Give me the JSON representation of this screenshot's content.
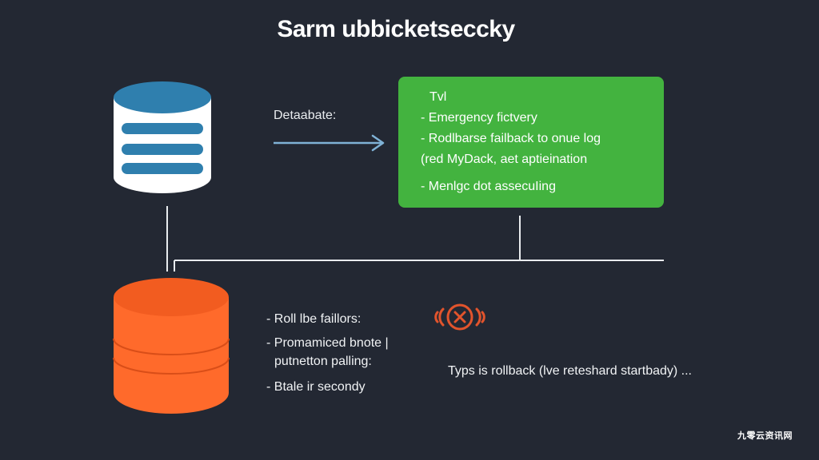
{
  "title": "Sarm ubbicketseccky",
  "arrow_label": "Detaabate:",
  "green_card": {
    "heading": "Tvl",
    "items": [
      "- Emergency fictvery",
      "- Rodlbarse failback to onue log",
      "(red MyDack, aet aptiеination",
      "- Menlgc dot assecuIing"
    ]
  },
  "bullets": [
    "- Roll lbe faillors:",
    "- Promamiced bnote |",
    "putnetton palling:",
    "- Btale ir secondy"
  ],
  "tip_text": "Typs is rollback (lve reteshard startbady) ...",
  "watermark": "九零云资讯网",
  "colors": {
    "background": "#232833",
    "green_card": "#43b33f",
    "database_primary": "#2f7fae",
    "database_secondary": "#ff6a2b",
    "failure_icon": "#e2542c",
    "arrow": "#7fb2d6"
  },
  "icons": {
    "primary_db": "database-icon",
    "secondary_db": "database-icon",
    "failure": "failure-x-icon"
  }
}
